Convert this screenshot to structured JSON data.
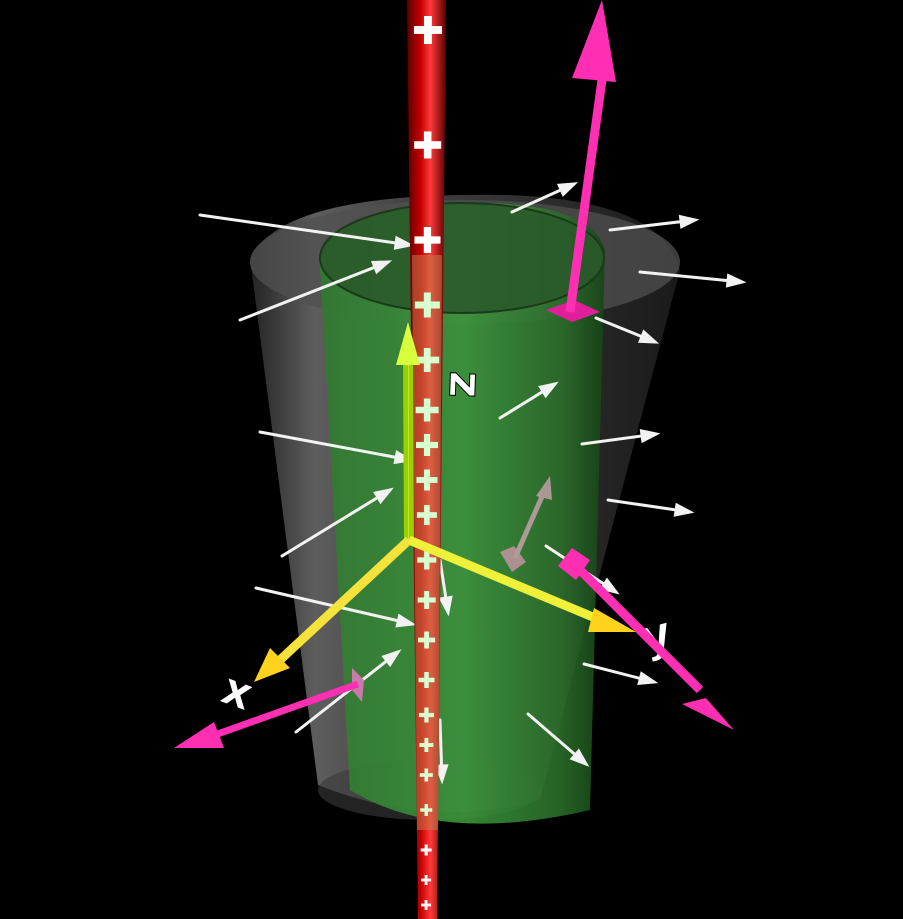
{
  "axes": {
    "x_label": "x",
    "y_label": "y",
    "z_label": "z"
  },
  "colors": {
    "background": "#000000",
    "outer_cylinder": "#8c8c8c",
    "inner_cylinder": "#2e8b2e",
    "charged_rod": "#9c0000",
    "rod_charge_marks": "#ffffff",
    "field_arrows": "#f2f2f2",
    "area_vectors": "#ff2fb4",
    "axis_z": "#d8ff3c",
    "axis_xy": "#ffd21e"
  },
  "icons": {
    "rod_charge_marks": "plus-sign"
  }
}
